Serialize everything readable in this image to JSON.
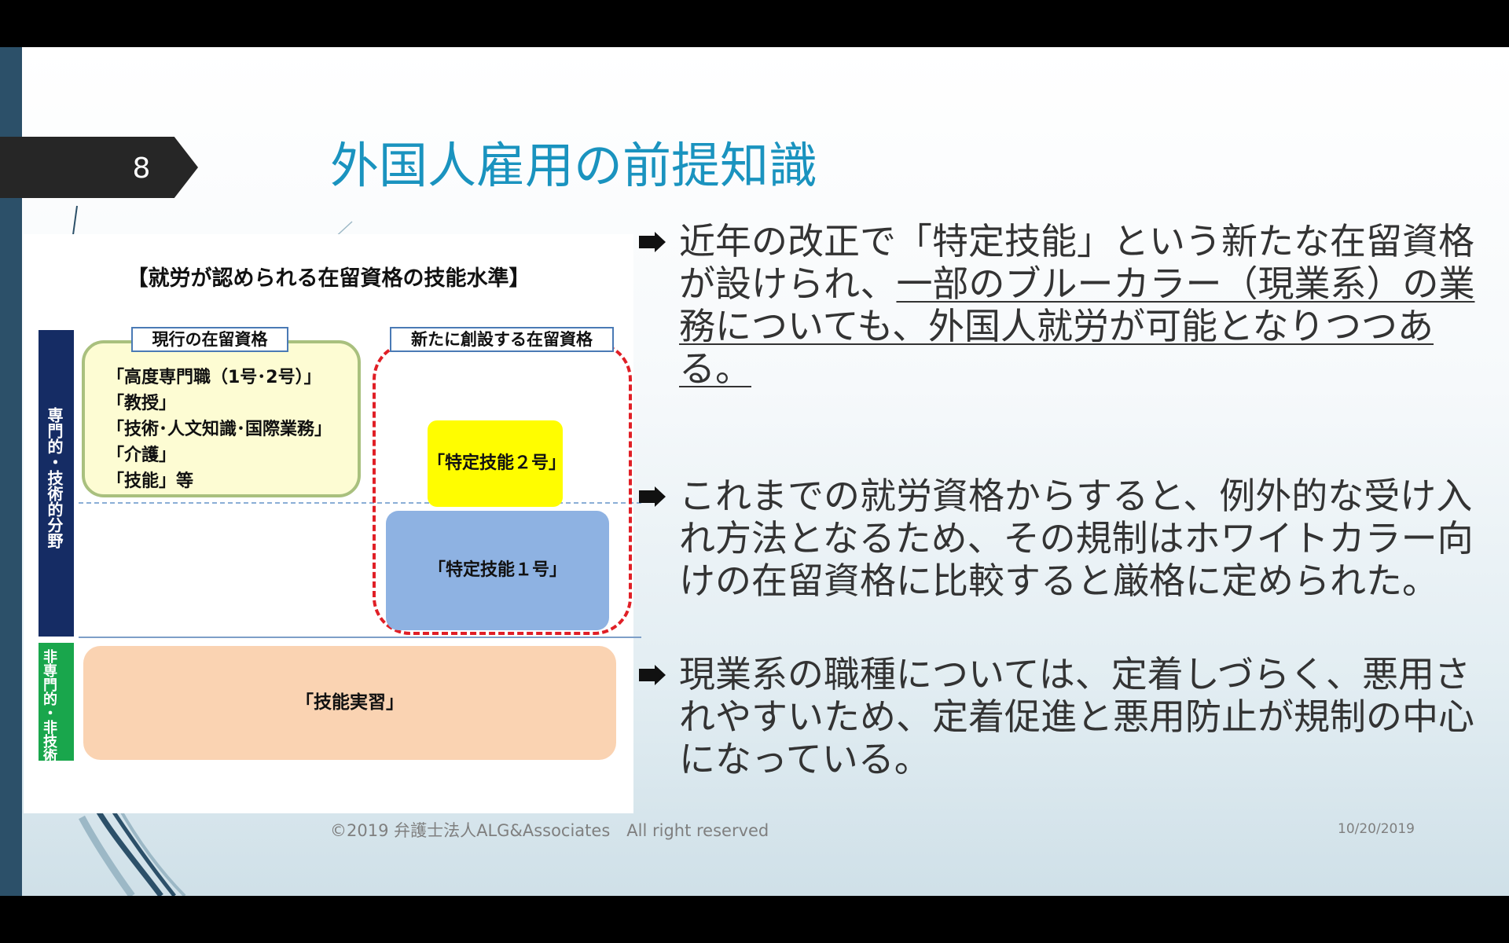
{
  "slide": {
    "number": "8",
    "title": "外国人雇用の前提知識",
    "figure": {
      "title": "【就労が認められる在留資格の技能水準】",
      "band_skilled": "専門的・技術的分野",
      "band_unskilled": "非専門的・非技術的分野",
      "current_label": "現行の在留資格",
      "current_items": [
        "「高度専門職（1号･2号）」",
        "「教授」",
        "「技術･人文知識･国際業務」",
        "「介護」",
        "「技能」等"
      ],
      "new_label": "新たに創設する在留資格",
      "tokutei2": "「特定技能２号」",
      "tokutei1": "「特定技能１号」",
      "arrow": "⇧",
      "jisshu": "「技能実習」"
    },
    "bullets": [
      {
        "pre": "近年の改正で「特定技能」という新たな在留資格が設けられ、",
        "underlined": "一部のブルーカラー（現業系）の業務についても、外国人就労が可能となりつつある。"
      },
      {
        "pre": "これまでの就労資格からすると、例外的な受け入れ方法となるため、その規制はホワイトカラー向けの在留資格に比較すると厳格に定められた。",
        "underlined": ""
      },
      {
        "pre": "現業系の職種については、定着しづらく、悪用されやすいため、定着促進と悪用防止が規制の中心になっている。",
        "underlined": ""
      }
    ],
    "footer": "©2019 弁護士法人ALG&Associates　All right reserved",
    "date": "10/20/2019"
  },
  "colors": {
    "title": "#1a93bf",
    "left_bar": "#2c5069",
    "banner": "#262626",
    "tokutei2_fill": "#fffd00",
    "tokutei1_fill": "#8eb2e2",
    "jisshu_fill": "#fad3b2",
    "current_fill": "#fdfcd3",
    "dashed_border": "#e01f26"
  },
  "icons": {
    "bullet": "arrow-right-bullet-icon"
  }
}
